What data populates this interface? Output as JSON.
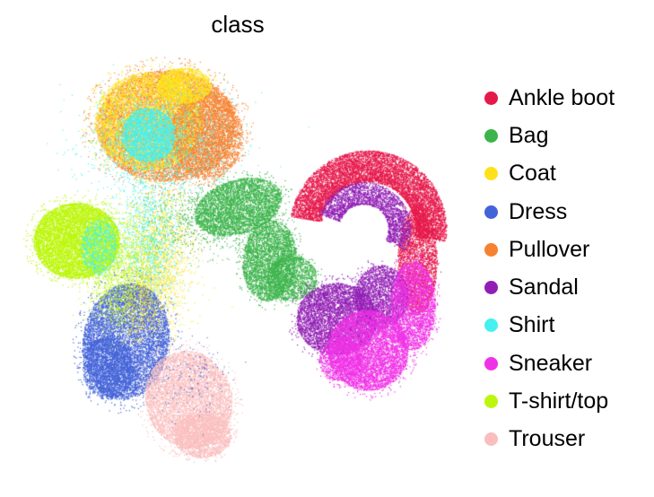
{
  "chart_data": {
    "type": "scatter",
    "title": "class",
    "xlabel": "",
    "ylabel": "",
    "grid": false,
    "legend_placement": "right",
    "series": [
      {
        "name": "Ankle boot",
        "color": "#e6194b"
      },
      {
        "name": "Bag",
        "color": "#3cb44b"
      },
      {
        "name": "Coat",
        "color": "#ffe119"
      },
      {
        "name": "Dress",
        "color": "#4363d8"
      },
      {
        "name": "Pullover",
        "color": "#f58231"
      },
      {
        "name": "Sandal",
        "color": "#911eb4"
      },
      {
        "name": "Shirt",
        "color": "#46f0f0"
      },
      {
        "name": "Sneaker",
        "color": "#f032e6"
      },
      {
        "name": "T-shirt/top",
        "color": "#bcf60c"
      },
      {
        "name": "Trouser",
        "color": "#fabebe"
      }
    ]
  }
}
